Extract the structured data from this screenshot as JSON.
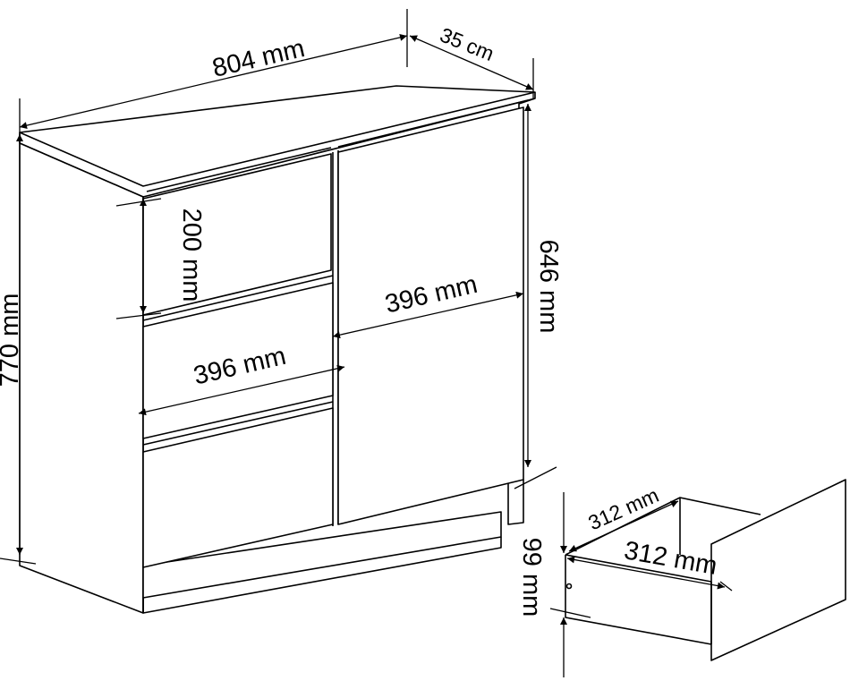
{
  "dimensions": {
    "width": "804 mm",
    "depth": "35 cm",
    "height": "770 mm",
    "drawer_height": "200 mm",
    "door_height": "646 mm",
    "door_width": "396 mm",
    "drawer_width": "396 mm",
    "inner_width_back": "312 mm",
    "inner_width_front": "312 mm",
    "inner_height": "99 mm"
  }
}
